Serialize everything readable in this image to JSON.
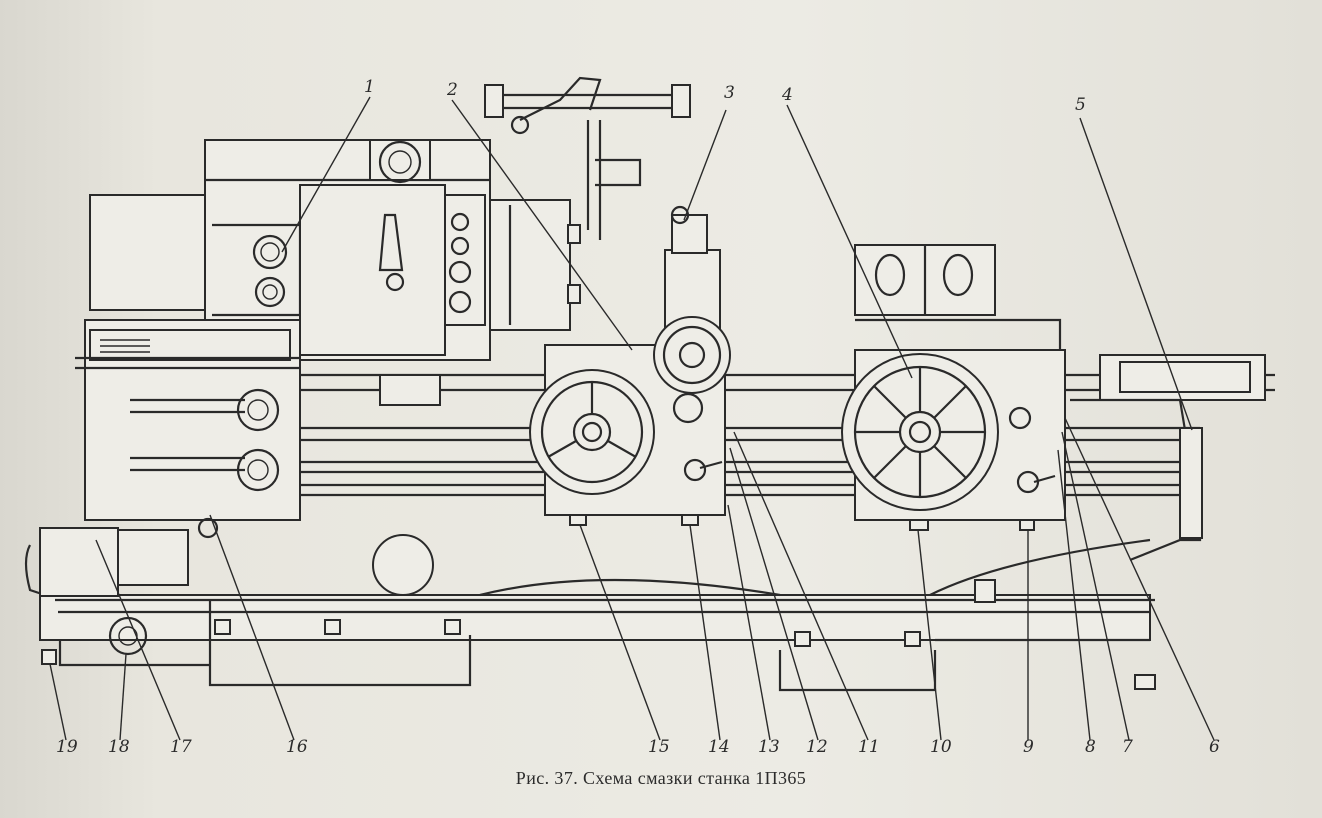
{
  "figure": {
    "caption": "Рис. 37. Схема смазки станка 1П365"
  },
  "callouts": [
    {
      "number": "1"
    },
    {
      "number": "2"
    },
    {
      "number": "3"
    },
    {
      "number": "4"
    },
    {
      "number": "5"
    },
    {
      "number": "6"
    },
    {
      "number": "7"
    },
    {
      "number": "8"
    },
    {
      "number": "9"
    },
    {
      "number": "10"
    },
    {
      "number": "11"
    },
    {
      "number": "12"
    },
    {
      "number": "13"
    },
    {
      "number": "14"
    },
    {
      "number": "15"
    },
    {
      "number": "16"
    },
    {
      "number": "17"
    },
    {
      "number": "18"
    },
    {
      "number": "19"
    }
  ],
  "colors": {
    "ink": "#2a2a2a",
    "paper": "#e8e6de"
  }
}
